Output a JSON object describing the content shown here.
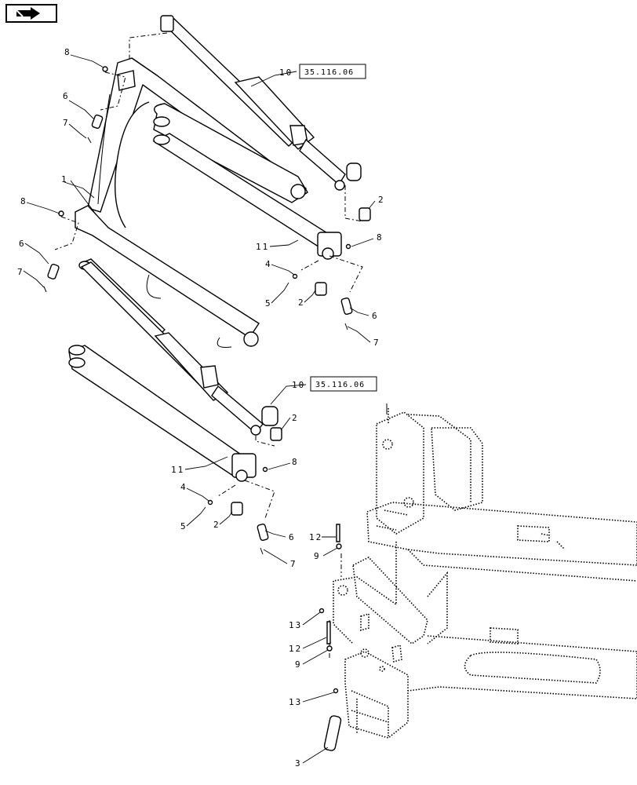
{
  "nav": {
    "icon": "arrow-right-icon"
  },
  "references": {
    "upper": "35.116.06",
    "lower": "35.116.06"
  },
  "labels": {
    "upper_10": "10",
    "lower_10": "10",
    "l1": "1",
    "l2a": "2",
    "l2b": "2",
    "l2c": "2",
    "l2d": "2",
    "l3": "3",
    "l4a": "4",
    "l4b": "4",
    "l5a": "5",
    "l5b": "5",
    "l6a": "6",
    "l6b": "6",
    "l6c": "6",
    "l6d": "6",
    "l7a": "7",
    "l7b": "7",
    "l7c": "7",
    "l7d": "7",
    "l8a": "8",
    "l8b": "8",
    "l8c": "8",
    "l8d": "8",
    "l9a": "9",
    "l9b": "9",
    "l11a": "11",
    "l11b": "11",
    "l12a": "12",
    "l12b": "12",
    "l13a": "13",
    "l13b": "13"
  }
}
